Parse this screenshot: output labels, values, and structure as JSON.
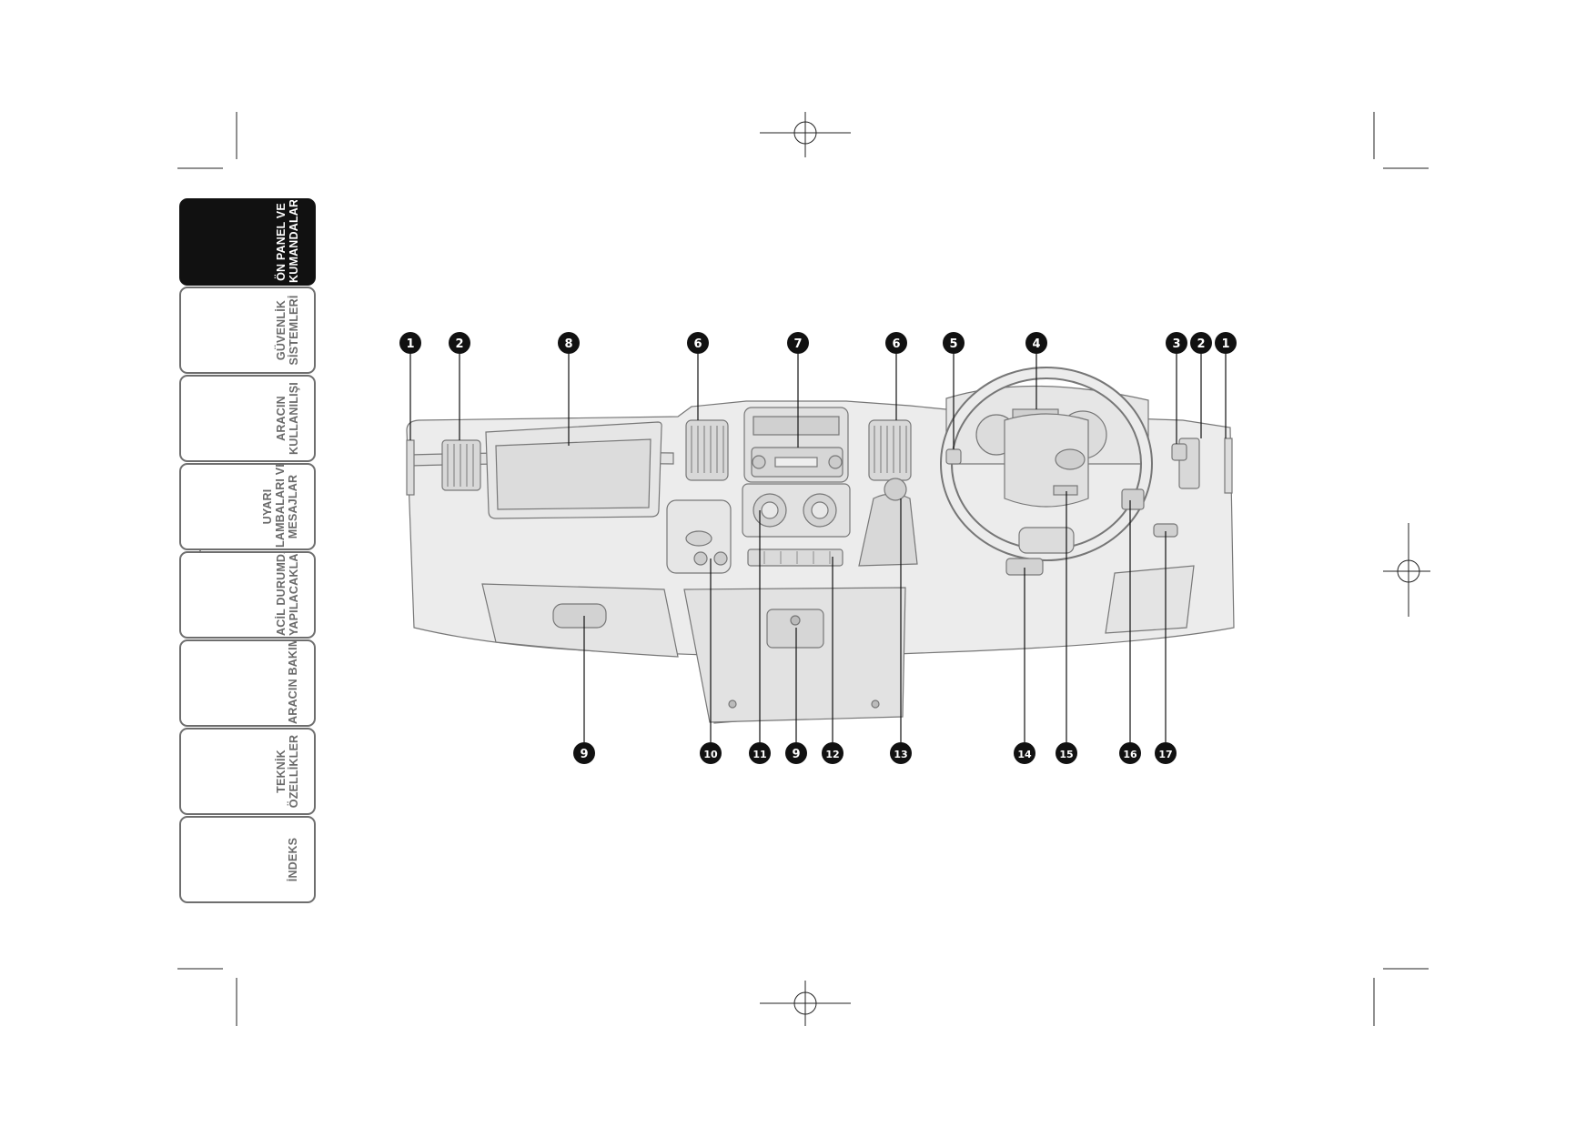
{
  "side_tabs": [
    {
      "lines": [
        "ÖN PANEL VE",
        "KUMANDALAR"
      ],
      "active": true
    },
    {
      "lines": [
        "GÜVENLİK",
        "SİSTEMLERİ"
      ],
      "active": false
    },
    {
      "lines": [
        "ARACIN",
        "KULLANILIŞI"
      ],
      "active": false
    },
    {
      "lines": [
        "UYARI",
        "LAMBALARI VE",
        "MESAJLAR"
      ],
      "active": false
    },
    {
      "lines": [
        "ACİL DURUMDA",
        "YAPILACAKLAR"
      ],
      "active": false
    },
    {
      "lines": [
        "ARACIN BAKIMI"
      ],
      "active": false
    },
    {
      "lines": [
        "TEKNİK",
        "ÖZELLİKLER"
      ],
      "active": false
    },
    {
      "lines": [
        "İNDEKS"
      ],
      "active": false
    }
  ],
  "callouts_top": [
    "1",
    "2",
    "8",
    "6",
    "7",
    "6",
    "5",
    "4",
    "3",
    "2",
    "1"
  ],
  "callouts_bottom": [
    "9",
    "10",
    "11",
    "9",
    "12",
    "13",
    "14",
    "15",
    "16",
    "17"
  ],
  "colors": {
    "tab_active_bg": "#111111",
    "tab_border": "#6e6e6e",
    "drawing_fill": "#ececec",
    "callout_bg": "#111111"
  }
}
